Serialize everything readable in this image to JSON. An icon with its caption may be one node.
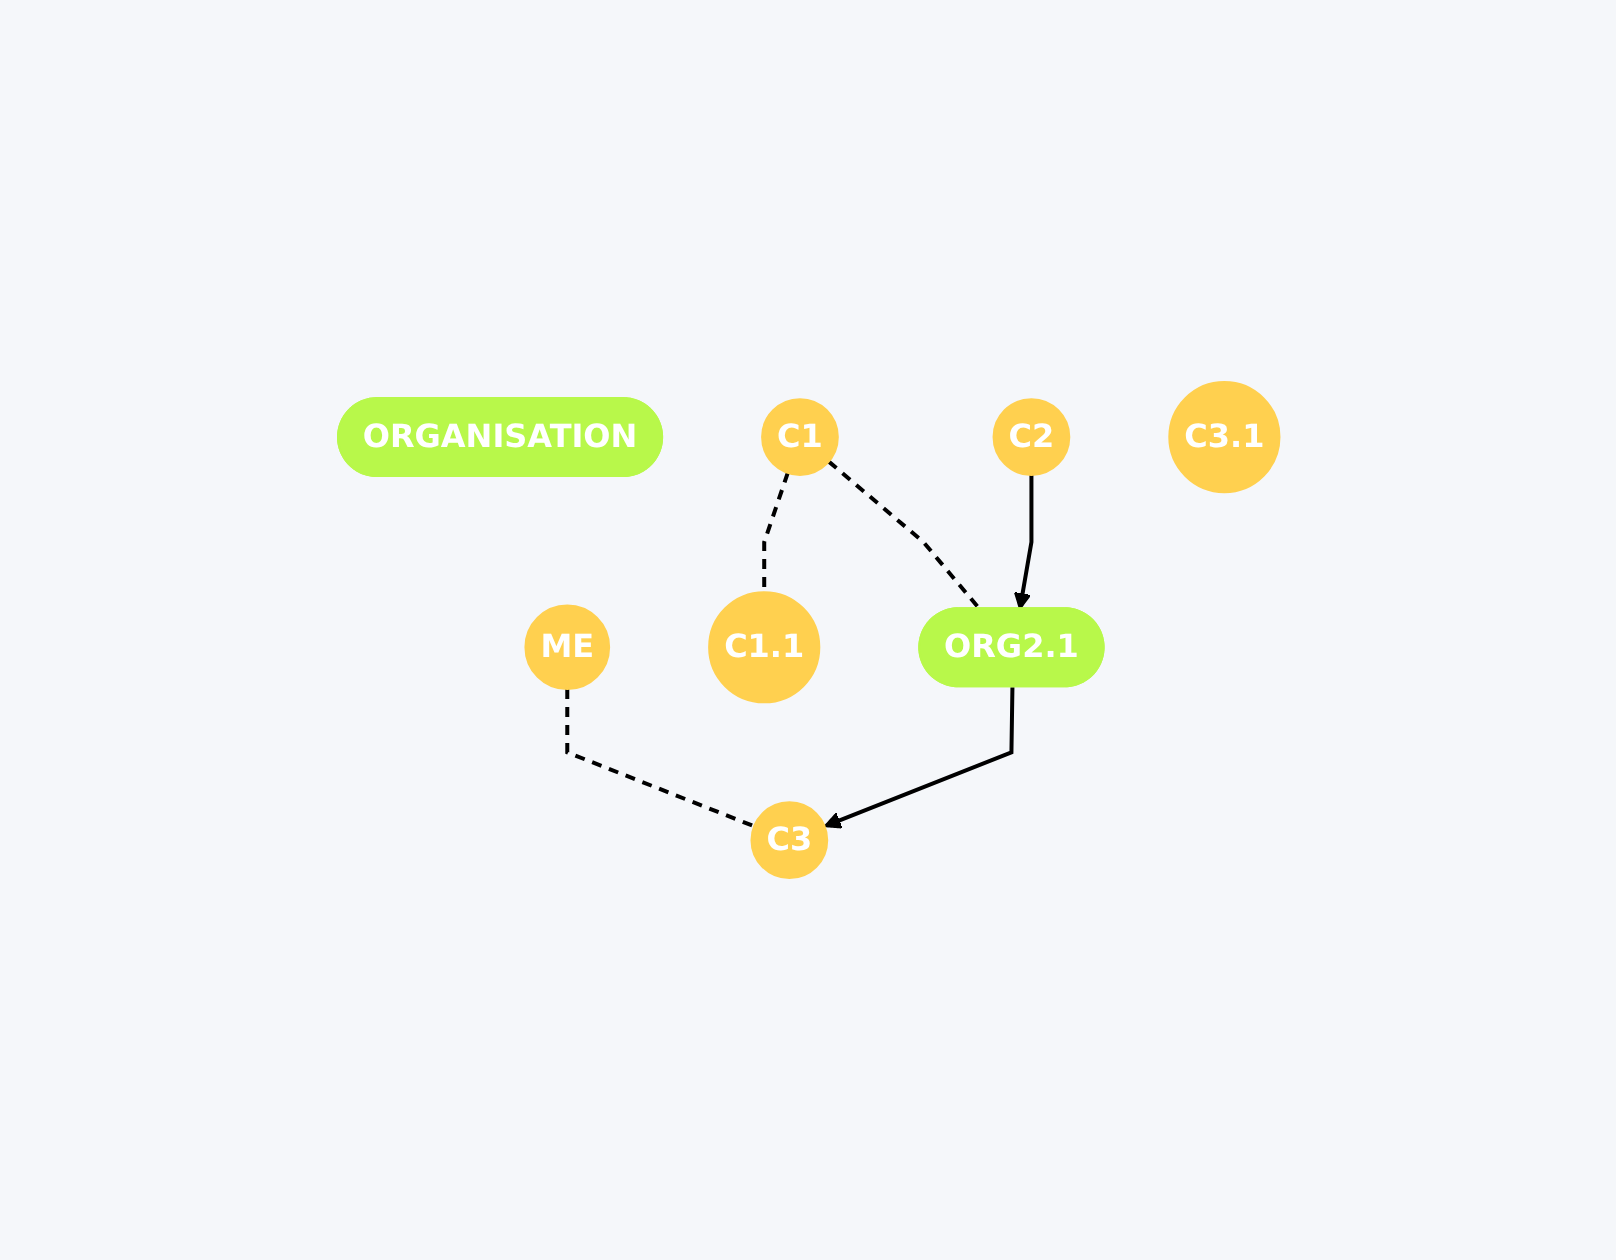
{
  "diagram": {
    "nodes": [
      {
        "text": [
          "ME"
        ]
      },
      {
        "text": [
          "ORGANISATION"
        ]
      },
      {
        "text": [
          "C1"
        ]
      },
      {
        "text": [
          "C2"
        ]
      },
      {
        "text": [
          "C3"
        ]
      },
      {
        "text": [
          "C1.1"
        ]
      },
      {
        "text": [
          "ORG2.1"
        ]
      },
      {
        "text": [
          "C3.1"
        ]
      }
    ],
    "edges": [
      {
        "from": 0,
        "to": 4,
        "arrow": "none",
        "style": "dashed"
      },
      {
        "from": 2,
        "to": 5,
        "arrow": "none",
        "style": "dashed"
      },
      {
        "from": 2,
        "to": 6,
        "arrow": "none",
        "style": "dashed"
      },
      {
        "from": 3,
        "to": 6,
        "arrow": "to"
      },
      {
        "from": 6,
        "to": 4,
        "arrow": "to"
      }
    ]
  }
}
